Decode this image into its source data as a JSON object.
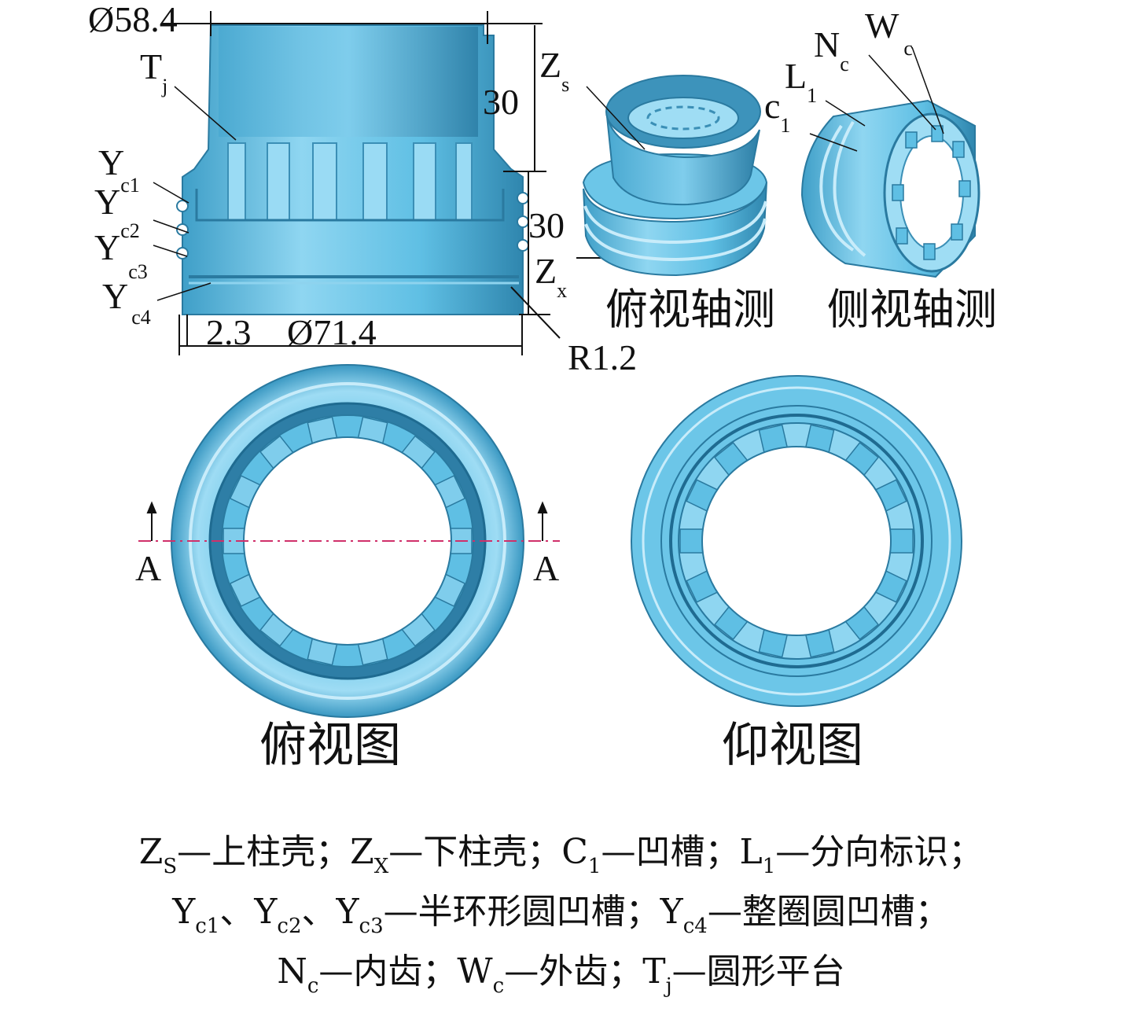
{
  "colors": {
    "part_fill": "#5fbfe4",
    "part_light": "#a9e2f7",
    "part_dark": "#2f8fb8",
    "line": "#111111",
    "center_line": "#d0306a"
  },
  "section": {
    "dim_top_diameter": "Ø58.4",
    "dim_upper_height": "30",
    "dim_lower_height": "30",
    "dim_offset": "2.3",
    "dim_bottom_diameter": "Ø71.4",
    "dim_radius": "R1.2"
  },
  "labels": {
    "tj": {
      "main": "T",
      "sub": "j"
    },
    "zs": {
      "main": "Z",
      "sub": "s"
    },
    "zx": {
      "main": "Z",
      "sub": "x"
    },
    "y": "Y",
    "yc1": {
      "main": "Y",
      "sup": "c1"
    },
    "yc2": {
      "main": "Y",
      "sup": "c2"
    },
    "yc3": {
      "main": "Y",
      "sup": "c3"
    },
    "yc4": {
      "main": "Y",
      "sub": "c4"
    },
    "nc": {
      "main": "N",
      "sub": "c"
    },
    "wc": {
      "main": "W",
      "sub": "c"
    },
    "l1": {
      "main": "L",
      "sub": "1"
    },
    "c1": {
      "main": "c",
      "sub": "1"
    }
  },
  "captions": {
    "iso_top": "俯视轴测",
    "iso_side": "侧视轴测",
    "top_view": "俯视图",
    "bottom_view": "仰视图"
  },
  "section_mark": "A",
  "legend": {
    "line1": [
      {
        "main": "Z",
        "sub": "S",
        "text": "—上柱壳；"
      },
      {
        "main": "Z",
        "sub": "X",
        "text": "—下柱壳；"
      },
      {
        "main": "C",
        "sub": "1",
        "text": "—凹槽；"
      },
      {
        "main": "L",
        "sub": "1",
        "text": "—分向标识；"
      }
    ],
    "line2": [
      {
        "main": "Y",
        "sub": "c1",
        "text": "、"
      },
      {
        "main": "Y",
        "sub": "c2",
        "text": "、"
      },
      {
        "main": "Y",
        "sub": "c3",
        "text": "—半环形圆凹槽；"
      },
      {
        "main": "Y",
        "sub": "c4",
        "text": "—整圈圆凹槽；"
      }
    ],
    "line3": [
      {
        "main": "N",
        "sub": "c",
        "text": "—内齿；"
      },
      {
        "main": "W",
        "sub": "c",
        "text": "—外齿；"
      },
      {
        "main": "T",
        "sub": "j",
        "text": "—圆形平台"
      }
    ]
  }
}
